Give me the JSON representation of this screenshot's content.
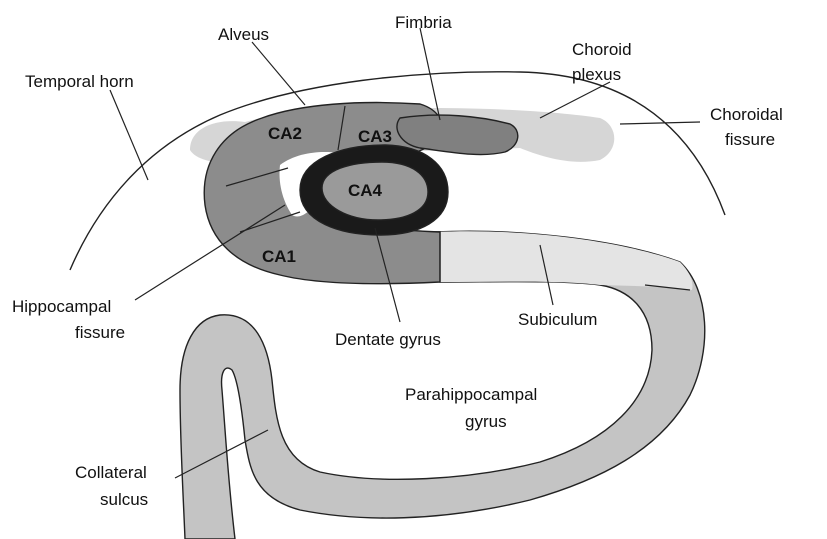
{
  "labels": {
    "temporal_horn": "Temporal horn",
    "alveus": "Alveus",
    "fimbria": "Fimbria",
    "choroid_plexus_1": "Choroid",
    "choroid_plexus_2": "plexus",
    "choroidal_fissure_1": "Choroidal",
    "choroidal_fissure_2": "fissure",
    "hippocampal_fissure_1": "Hippocampal",
    "hippocampal_fissure_2": "fissure",
    "dentate_gyrus": "Dentate gyrus",
    "subiculum": "Subiculum",
    "parahippocampal_gyrus_1": "Parahippocampal",
    "parahippocampal_gyrus_2": "gyrus",
    "collateral_sulcus_1": "Collateral",
    "collateral_sulcus_2": "sulcus"
  },
  "regions": {
    "ca1": "CA1",
    "ca2": "CA2",
    "ca3": "CA3",
    "ca4": "CA4"
  },
  "colors": {
    "ca_fields": "#8c8c8c",
    "dentate_gyrus": "#1a1a1a",
    "ca4": "#9a9a9a",
    "fimbria": "#808080",
    "parahippocampal": "#c4c4c4",
    "subiculum": "#e4e4e4",
    "choroid_plexus": "#d6d6d6",
    "outline": "#222222"
  }
}
